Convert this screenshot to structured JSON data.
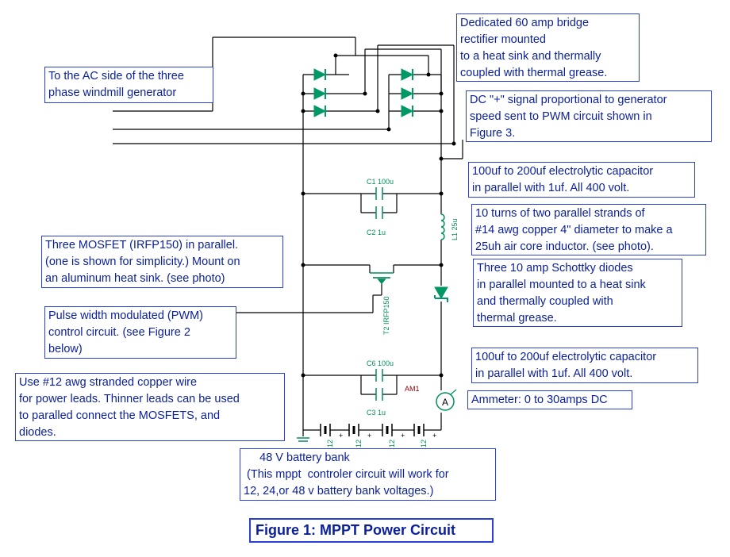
{
  "notes": {
    "ac_side": "To the AC side of the three\nphase windmill generator",
    "bridge": "Dedicated 60 amp bridge\nrectifier mounted\nto a heat sink and thermally\ncoupled with thermal grease.",
    "dc_signal": "DC \"+\" signal proportional to generator\nspeed sent to PWM circuit shown in\nFigure 3.",
    "cap_top": "100uf to 200uf electrolytic capacitor\nin parallel with 1uf. All 400 volt.",
    "inductor": "10 turns of two parallel strands of\n#14 awg copper 4\" diameter to make a\n25uh air core inductor. (see photo).",
    "mosfet": "Three MOSFET (IRFP150) in parallel.\n(one is shown for simplicity.) Mount on\nan aluminum heat sink. (see photo)",
    "schottky": "Three 10 amp Schottky diodes\nin parallel mounted to a heat sink\nand thermally coupled with\nthermal grease.",
    "pwm": "Pulse width modulated (PWM)\ncontrol circuit. (see Figure 2\nbelow)",
    "cap_bottom": "100uf to 200uf electrolytic capacitor\nin parallel with 1uf. All 400 volt.",
    "wire": "Use #12 awg stranded copper wire\nfor power leads. Thinner leads can be used\nto paralled connect the MOSFETS, and\ndiodes.",
    "ammeter": "Ammeter: 0 to 30amps DC",
    "battery": "     48 V battery bank\n (This mppt  controler circuit will work for\n12, 24,or 48 v battery bank voltages.)"
  },
  "figure_title": "Figure 1: MPPT Power Circuit",
  "components": {
    "c1": "C1 100u",
    "c2": "C2 1u",
    "l1": "L1 25u",
    "t2": "T2 IRFP150",
    "c6": "C6 100u",
    "c3": "C3 1u",
    "am1": "AM1",
    "ammeter_symbol": "A",
    "battery_cell": "12",
    "plus": "+"
  },
  "colors": {
    "wire": "#000000",
    "component": "#008f5a",
    "diode_fill": "#009966",
    "note_text": "#0a1f9c",
    "note_border": "#2a3fd6",
    "ammeter_label": "#8b0000"
  }
}
